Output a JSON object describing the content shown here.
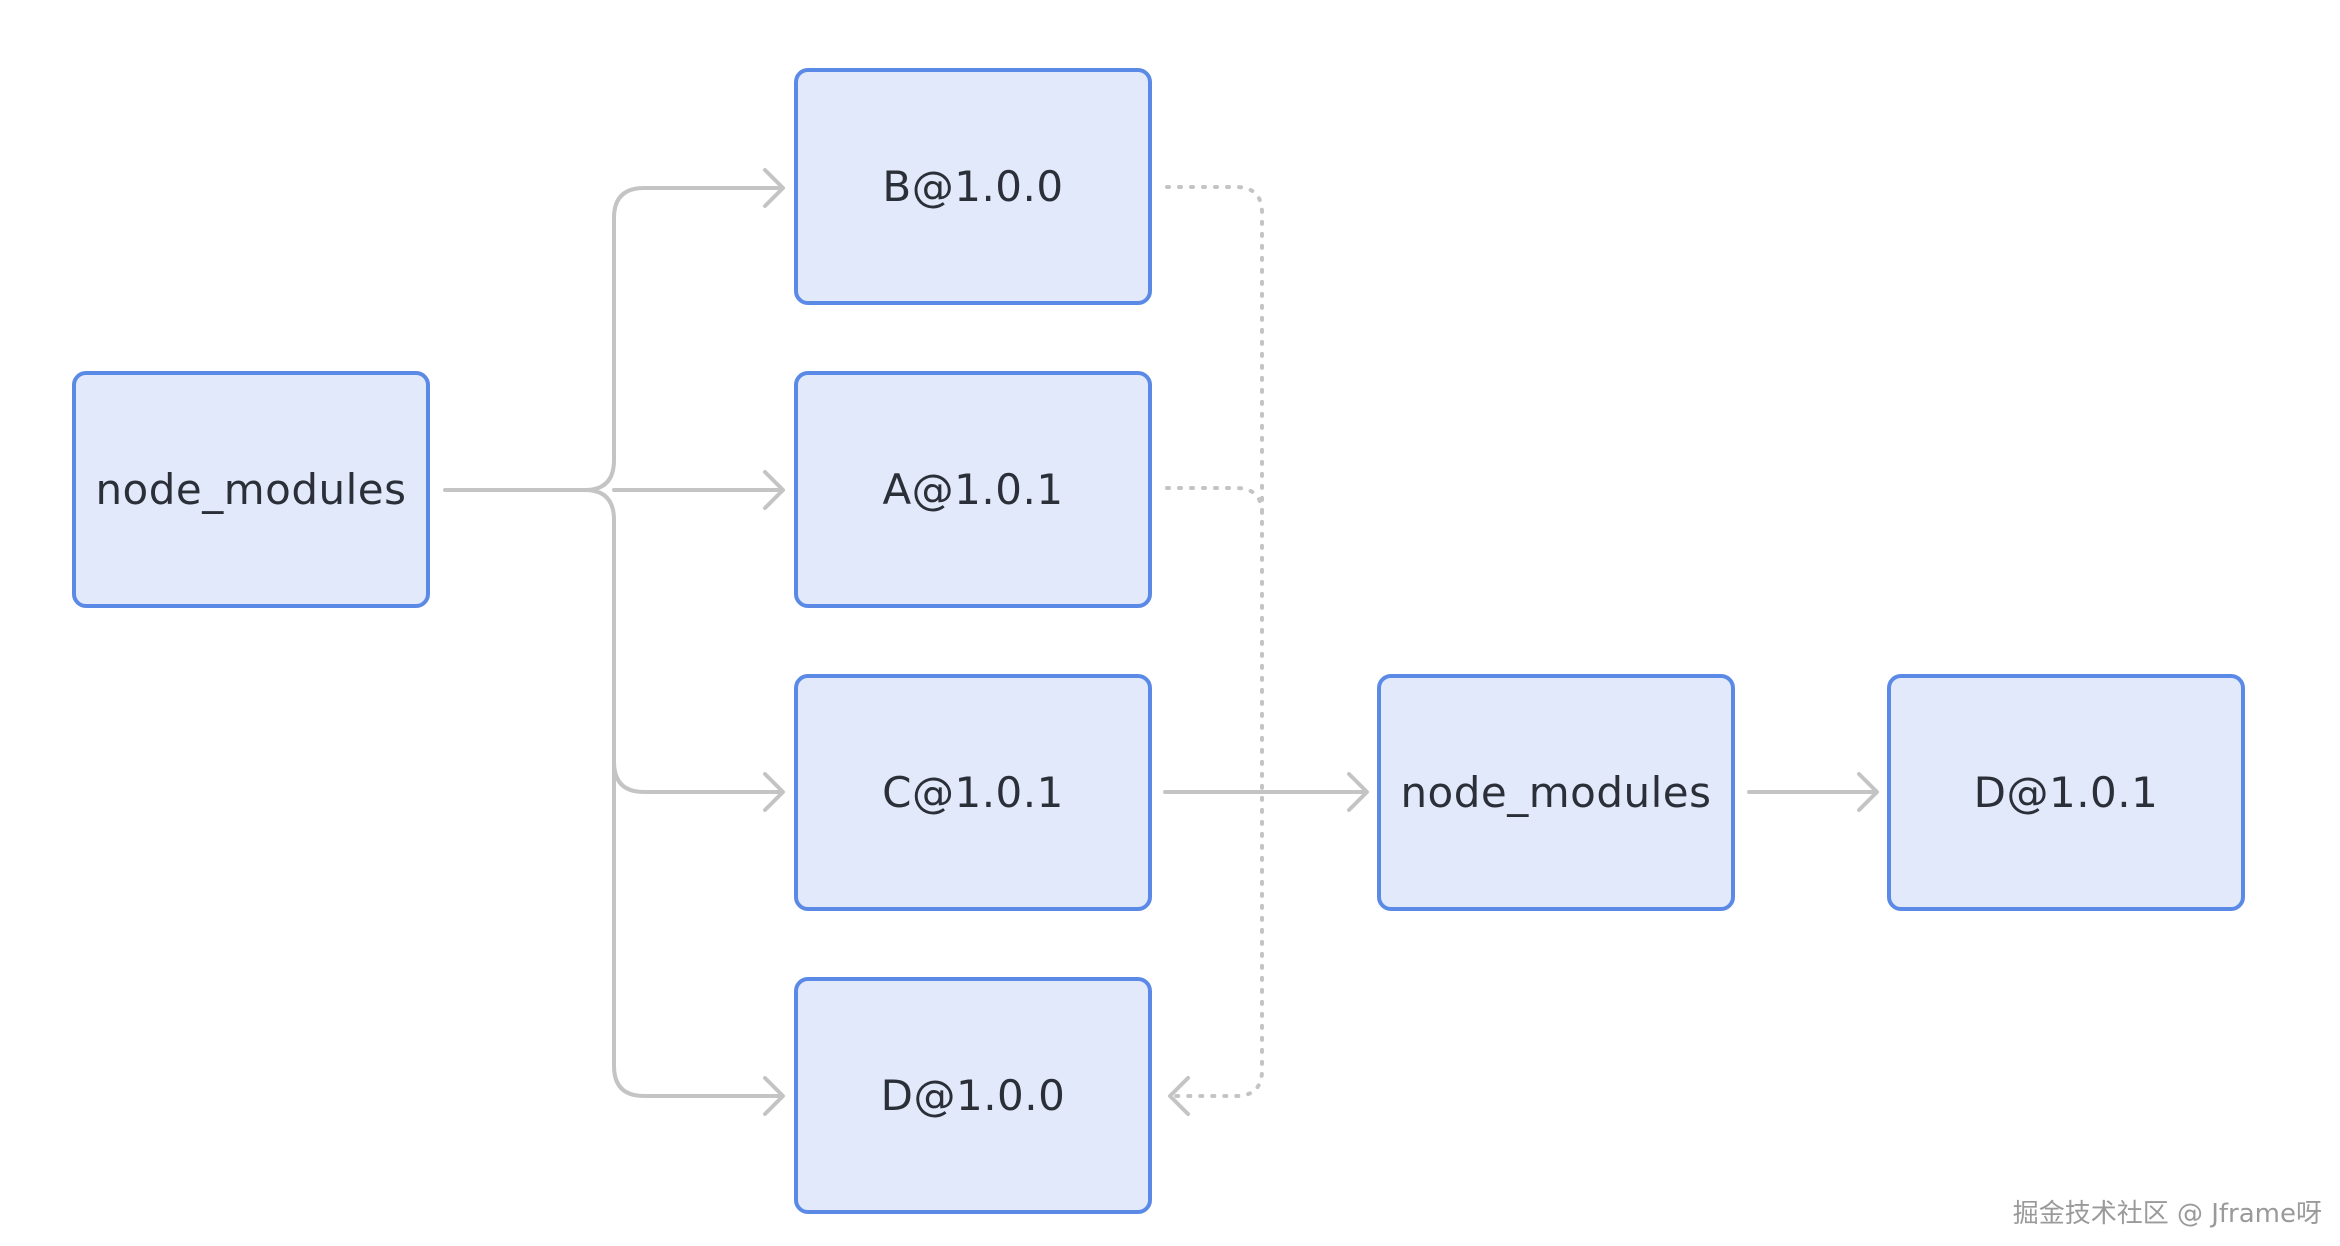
{
  "diagram": {
    "nodes": {
      "root_node_modules": {
        "label": "node_modules"
      },
      "b_100": {
        "label": "B@1.0.0"
      },
      "a_101": {
        "label": "A@1.0.1"
      },
      "c_101": {
        "label": "C@1.0.1"
      },
      "d_100": {
        "label": "D@1.0.0"
      },
      "nested_node_modules": {
        "label": "node_modules"
      },
      "d_101": {
        "label": "D@1.0.1"
      }
    },
    "edges": [
      {
        "from": "node_modules",
        "to": "B@1.0.0",
        "style": "solid"
      },
      {
        "from": "node_modules",
        "to": "A@1.0.1",
        "style": "solid"
      },
      {
        "from": "node_modules",
        "to": "C@1.0.1",
        "style": "solid"
      },
      {
        "from": "node_modules",
        "to": "D@1.0.0",
        "style": "solid"
      },
      {
        "from": "C@1.0.1",
        "to": "node_modules",
        "style": "solid"
      },
      {
        "from": "node_modules",
        "to": "D@1.0.1",
        "style": "solid"
      },
      {
        "from": "B@1.0.0",
        "to": "D@1.0.0",
        "style": "dotted"
      },
      {
        "from": "A@1.0.1",
        "to": "D@1.0.0",
        "style": "dotted"
      }
    ],
    "colors": {
      "node_fill": "#e2e9fb",
      "node_border": "#5b8ae6",
      "connector": "#c4c4c4",
      "text": "#2b2f38"
    }
  },
  "watermark": "掘金技术社区 @ Jframe呀"
}
